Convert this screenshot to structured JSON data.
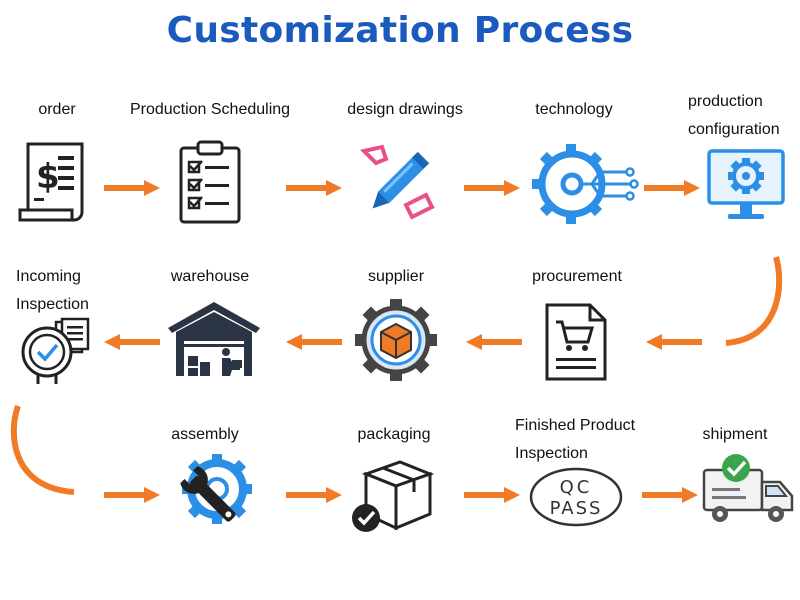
{
  "title": "Customization Process",
  "colors": {
    "title": "#1b5bbd",
    "arrow": "#f07a26",
    "icon_blue": "#2d8ee6",
    "icon_dark": "#222222",
    "icon_pink": "#e8508a",
    "icon_orange": "#f07a26"
  },
  "steps": [
    {
      "id": "order",
      "label": "order",
      "icon": "invoice-dollar-icon"
    },
    {
      "id": "production-scheduling",
      "label": "Production Scheduling",
      "icon": "clipboard-checklist-icon"
    },
    {
      "id": "design-drawings",
      "label": "design drawings",
      "icon": "pencil-ruler-icon"
    },
    {
      "id": "technology",
      "label": "technology",
      "icon": "gear-circuit-icon"
    },
    {
      "id": "production-configuration",
      "label_lines": [
        "production",
        "configuration"
      ],
      "icon": "monitor-gear-icon"
    },
    {
      "id": "procurement",
      "label": "procurement",
      "icon": "shopping-cart-document-icon"
    },
    {
      "id": "supplier",
      "label": "supplier",
      "icon": "gear-box-icon"
    },
    {
      "id": "warehouse",
      "label": "warehouse",
      "icon": "warehouse-worker-icon"
    },
    {
      "id": "incoming-inspection",
      "label_lines": [
        "Incoming",
        "Inspection"
      ],
      "icon": "inspection-badge-icon"
    },
    {
      "id": "assembly",
      "label": "assembly",
      "icon": "wrench-gear-icon"
    },
    {
      "id": "packaging",
      "label": "packaging",
      "icon": "box-check-icon"
    },
    {
      "id": "finished-product-inspection",
      "label_lines": [
        "Finished Product",
        "Inspection"
      ],
      "icon": "qc-pass-stamp-icon"
    },
    {
      "id": "shipment",
      "label": "shipment",
      "icon": "delivery-truck-check-icon"
    }
  ],
  "qc_stamp": {
    "line1": "QC",
    "line2": "PASS"
  }
}
